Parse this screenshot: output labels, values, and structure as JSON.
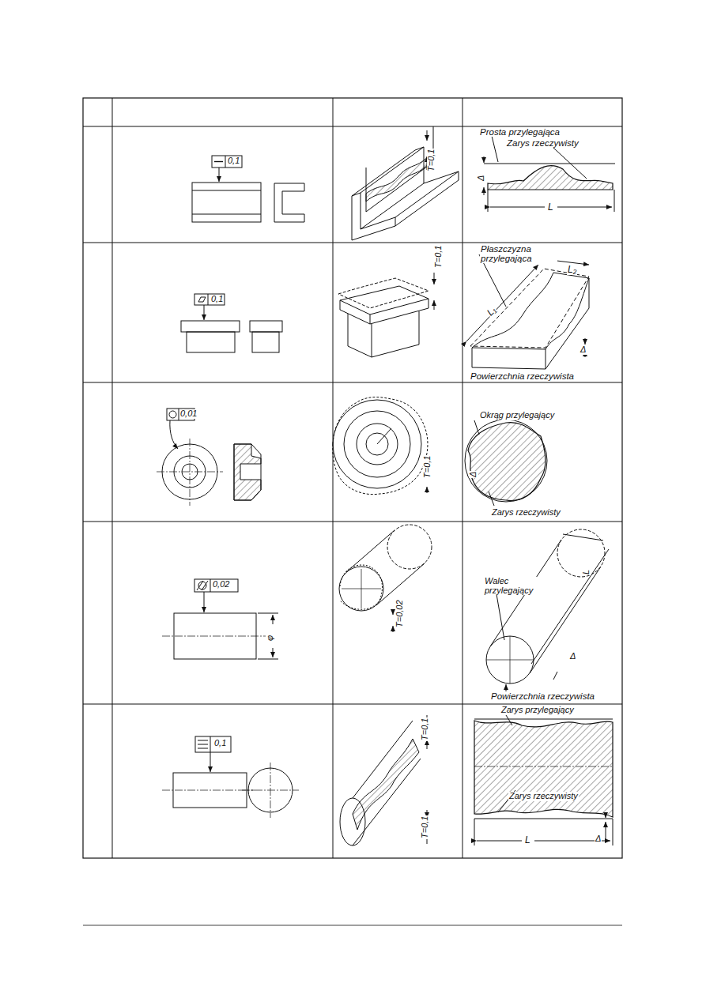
{
  "diagram": {
    "labels": [
      "0,1",
      "T=0,1",
      "Prosta przylegająca",
      "Zarys rzeczywisty",
      "Δ",
      "L",
      "0,1",
      "T=0,1",
      "Płaszczyzna przylegająca",
      "L₂",
      "L₁",
      "Δ",
      "Powierzchnia rzeczywista",
      "0,01",
      "T=0,1",
      "Okrąg przylegający",
      "Δ",
      "Zarys rzeczywisty",
      "0,02",
      "φ",
      "T=0,02",
      "Walec przylegający",
      "L",
      "Δ",
      "Powierzchnia rzeczywista",
      "0,1",
      "T=0,1",
      "T=0,1",
      "Zarys przylegający",
      "Zarys rzeczywisty",
      "Δ",
      "L"
    ]
  }
}
